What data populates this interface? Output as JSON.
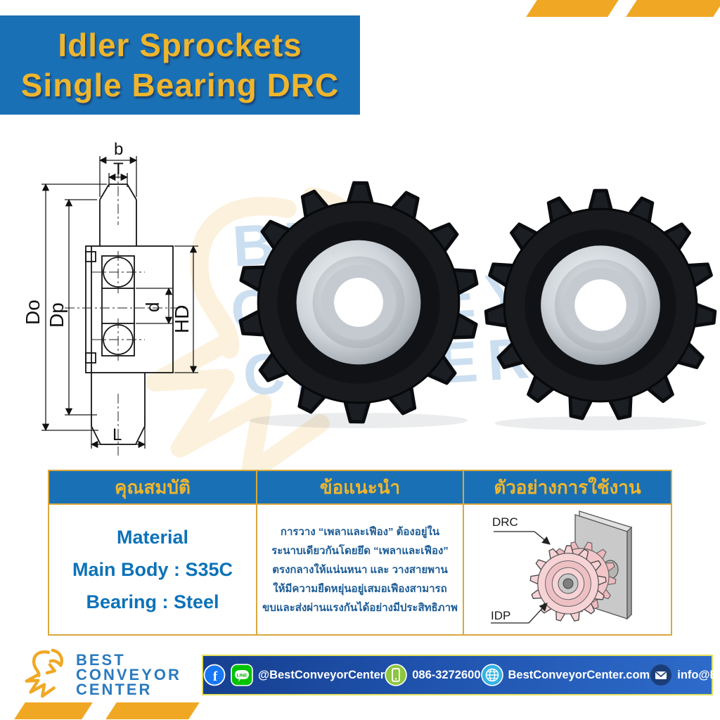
{
  "header": {
    "title_line1": "Idler Sprockets",
    "title_line2": "Single Bearing DRC"
  },
  "drawing": {
    "labels": {
      "tooth_width_b": "b",
      "tooth_width_T": "T",
      "outer_diameter": "Do",
      "pitch_diameter": "Dp",
      "bore_diameter": "d",
      "hub_diameter": "HD",
      "hub_length": "L"
    }
  },
  "watermark": {
    "lines": [
      "BEST",
      "CONVEYOR",
      "CENTER"
    ]
  },
  "table": {
    "headers": [
      "คุณสมบัติ",
      "ข้อแนะนำ",
      "ตัวอย่างการใช้งาน"
    ],
    "properties": [
      "Material",
      "Main Body : S35C",
      "Bearing : Steel"
    ],
    "recommendation_lines": [
      "การวาง “เพลาและเฟือง” ต้องอยู่ใน",
      "ระนาบเดียวกันโดยยึด “เพลาและเฟือง”",
      "ตรงกลางให้แน่นหนา และ วางสายพาน",
      "ให้มีความยืดหยุ่นอยู่เสมอเฟืองสามารถ",
      "ขบและส่งผ่านแรงกันได้อย่างมีประสิทธิภาพ"
    ],
    "example_labels": [
      "DRC",
      "IDP"
    ]
  },
  "footer": {
    "logo_lines": [
      "BEST",
      "CONVEYOR",
      "CENTER"
    ],
    "contacts": [
      {
        "icon": "facebook-line",
        "label": "@BestConveyorCenter"
      },
      {
        "icon": "phone",
        "label": "086-3272600"
      },
      {
        "icon": "globe",
        "label": "BestConveyorCenter.com"
      },
      {
        "icon": "email",
        "label": "info@BestConveyorCenter.com"
      }
    ]
  },
  "colors": {
    "band_blue": "#1a70b5",
    "title_gold": "#eeb52d",
    "accent_yellow": "#f0a824",
    "table_border_gold": "#d8a93c",
    "spec_text_blue": "#0d72b8",
    "thai_text_blue": "#1d5c95",
    "footer_bar_blue": "#1d4fa8",
    "logo_blue": "#2a7abe",
    "watermark_blue": "#adcbe8"
  }
}
